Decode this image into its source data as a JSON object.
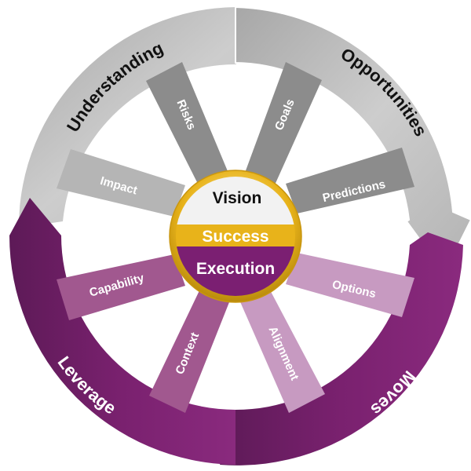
{
  "ring": {
    "understanding": "Understanding",
    "opportunities": "Opportunities",
    "moves": "Moves",
    "leverage": "Leverage"
  },
  "spokes": {
    "risks": "Risks",
    "goals": "Goals",
    "predictions": "Predictions",
    "options": "Options",
    "alignment": "Alignment",
    "context": "Context",
    "capability": "Capability",
    "impact": "Impact"
  },
  "hub": {
    "vision": "Vision",
    "success": "Success",
    "execution": "Execution"
  },
  "colors": {
    "ring_gray": "#c2c2c2",
    "ring_purple": "#7b1f72",
    "spoke_gray_dark": "#8c8c8c",
    "spoke_gray_light": "#b5b5b5",
    "spoke_purple_mid": "#a1588f",
    "spoke_purple_light": "#c79ac1",
    "hub_gold": "#e8b31a",
    "hub_purple": "#7b1f72",
    "hub_light": "#f2f2f2"
  }
}
